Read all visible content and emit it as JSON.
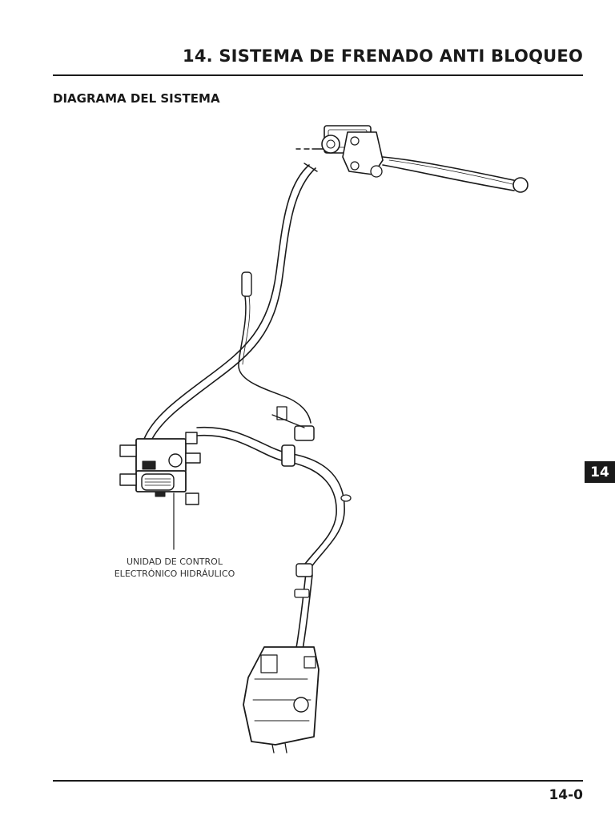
{
  "header": {
    "chapter_title": "14. SISTEMA DE FRENADO ANTI BLOQUEO"
  },
  "section": {
    "title": "DIAGRAMA DEL SISTEMA"
  },
  "side_tab": {
    "label": "14"
  },
  "diagram": {
    "callout": {
      "line1": "UNIDAD DE CONTROL",
      "line2": "ELECTRÓNICO HIDRÁULICO"
    }
  },
  "footer": {
    "page_number": "14-0"
  }
}
